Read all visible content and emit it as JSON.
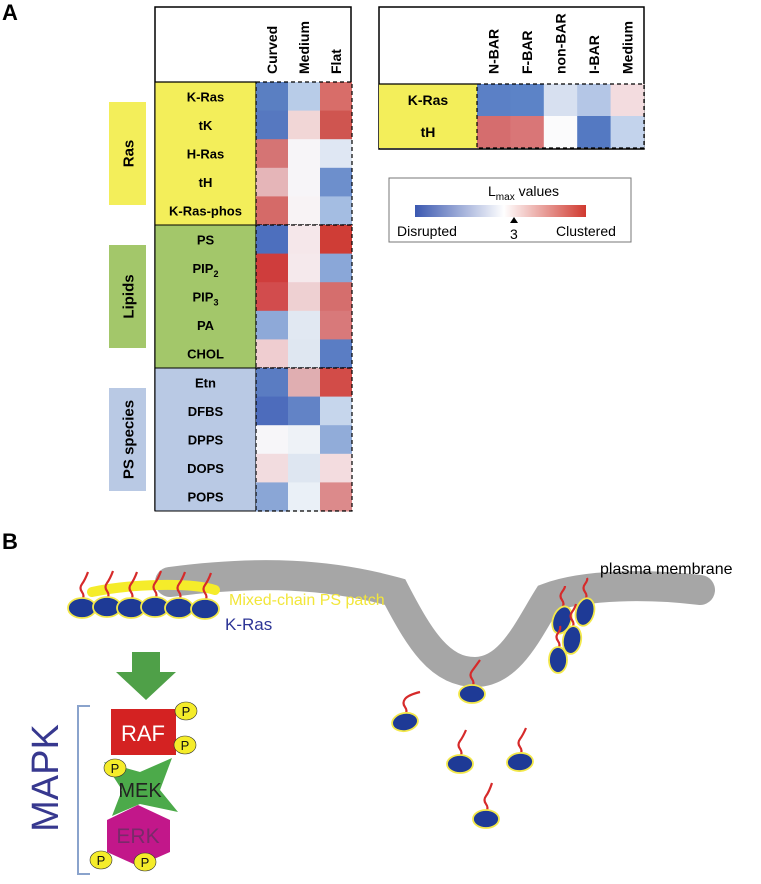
{
  "panel_a": {
    "label": "A",
    "heatmap1": {
      "columns": [
        "Curved",
        "Medium",
        "Flat"
      ],
      "groups": [
        {
          "name": "Ras",
          "color": "#f3ee5a",
          "rows": [
            {
              "label": "K-Ras",
              "cells": [
                "#5a7fc2",
                "#b8cce8",
                "#d86d69"
              ]
            },
            {
              "label": "tK",
              "cells": [
                "#5678c0",
                "#f1d6d6",
                "#cf5550"
              ]
            },
            {
              "label": "H-Ras",
              "cells": [
                "#d57474",
                "#f7f5f8",
                "#dfe7f3"
              ]
            },
            {
              "label": "tH",
              "cells": [
                "#e5b5b8",
                "#f7f5f8",
                "#6d8fcc"
              ]
            },
            {
              "label": "K-Ras-phos",
              "cells": [
                "#d56a68",
                "#f8f3f5",
                "#a4bde2"
              ]
            }
          ]
        },
        {
          "name": "Lipids",
          "color": "#a3c76a",
          "rows": [
            {
              "label": "PS",
              "sub": "",
              "cells": [
                "#4d6fbe",
                "#f5e7ea",
                "#cf3d36"
              ]
            },
            {
              "label": "PIP",
              "sub": "2",
              "cells": [
                "#cf3d3c",
                "#f5e9ec",
                "#8aa7d8"
              ]
            },
            {
              "label": "PIP",
              "sub": "3",
              "cells": [
                "#d24c4d",
                "#eed0d2",
                "#d56e6d"
              ]
            },
            {
              "label": "PA",
              "sub": "",
              "cells": [
                "#8ea9d8",
                "#e1e8f2",
                "#d8797a"
              ]
            },
            {
              "label": "CHOL",
              "sub": "",
              "cells": [
                "#efcdd0",
                "#dfe7f1",
                "#5a7dc4"
              ]
            }
          ]
        },
        {
          "name": "PS species",
          "color": "#b9c9e4",
          "rows": [
            {
              "label": "Etn",
              "cells": [
                "#5a7cc2",
                "#e0aeb1",
                "#d24c48"
              ]
            },
            {
              "label": "DFBS",
              "cells": [
                "#4d6cbc",
                "#6283c6",
                "#c6d6ec"
              ]
            },
            {
              "label": "DPPS",
              "cells": [
                "#f7f6f9",
                "#eef2f7",
                "#91acd9"
              ]
            },
            {
              "label": "DOPS",
              "cells": [
                "#f2dcdf",
                "#dee6f1",
                "#f3dcdf"
              ]
            },
            {
              "label": "POPS",
              "cells": [
                "#8aa6d6",
                "#eaf0f7",
                "#dc8a8b"
              ]
            }
          ]
        }
      ]
    },
    "heatmap2": {
      "columns": [
        "N-BAR",
        "F-BAR",
        "non-BAR",
        "I-BAR",
        "Medium"
      ],
      "rows": [
        {
          "label": "K-Ras",
          "cells": [
            "#5b80c6",
            "#5c83c7",
            "#d7e0f0",
            "#b4c6e6",
            "#f3dcdf"
          ]
        },
        {
          "label": "tH",
          "cells": [
            "#d56d6e",
            "#d97677",
            "#fbfbfc",
            "#5479c2",
            "#c3d3ec"
          ]
        }
      ],
      "row_color": "#f3ee5a"
    },
    "legend": {
      "title_main": "L",
      "title_sub": "max",
      "title_rest": " values",
      "left_label": "Disrupted",
      "right_label": "Clustered",
      "mid_value": "3",
      "color_low": "#3b58b0",
      "color_mid": "#ffffff",
      "color_high": "#d0392f"
    }
  },
  "panel_b": {
    "label": "B",
    "membrane_label": "plasma membrane",
    "patch_label": "Mixed-chain PS patch",
    "kras_label": "K-Ras",
    "mapk_label": "MAPK",
    "raf_label": "RAF",
    "mek_label": "MEK",
    "erk_label": "ERK",
    "phospho_label": "P",
    "colors": {
      "membrane": "#a6a6a6",
      "protein": "#1e3a96",
      "protein_outline": "#f3e84a",
      "anchor": "#d62a2a",
      "arrow": "#4fa048",
      "raf": "#d42222",
      "mek": "#4caa4a",
      "erk": "#c2178a",
      "phospho": "#f5ec2a",
      "mapk_text": "#37388f",
      "patch_text": "#f2e63a",
      "kras_text": "#2d3596"
    }
  }
}
